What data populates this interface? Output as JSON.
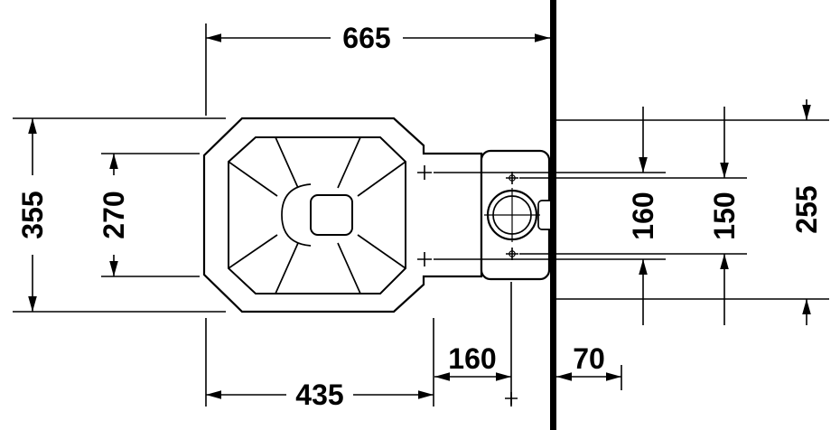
{
  "drawing": {
    "type": "technical-plan-view",
    "subject": "close-coupled toilet seen from above against wall",
    "colors": {
      "ink": "#000000",
      "paper": "#ffffff"
    },
    "dims": {
      "overall_width": "665",
      "overall_depth": "355",
      "inner_depth": "270",
      "fixing_holes_spacing": "160",
      "tank_holes_spacing": "150",
      "tank_width": "255",
      "bowl_length": "435",
      "outlet_offset": "160",
      "wall_offset": "70"
    }
  }
}
